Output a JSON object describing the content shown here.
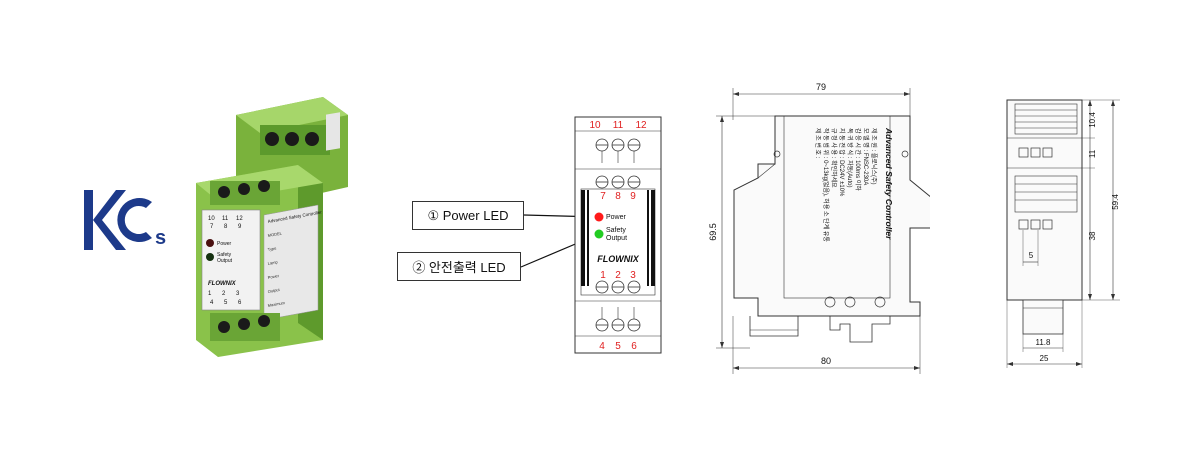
{
  "kc_logo": {
    "letters": "KC",
    "suffix": "s",
    "color": "#1d3a8a"
  },
  "device_photo": {
    "title": "Advanced Safety Controller",
    "top_terminals": [
      "10",
      "11",
      "12",
      "7",
      "8",
      "9"
    ],
    "bottom_terminals": [
      "1",
      "2",
      "3",
      "4",
      "5",
      "6"
    ],
    "led_power_label": "Power",
    "led_safety_label": "Safety\nOutput",
    "brand": "FLOWNIX",
    "label_rows": [
      "MODEL",
      "Type",
      "Lamp",
      "Power",
      "Output",
      "Maximum"
    ],
    "body_color": "#8ac24a",
    "dark_color": "#4f8a24"
  },
  "front_panel": {
    "top_terminals": [
      "10",
      "11",
      "12"
    ],
    "upper_terminals": [
      "7",
      "8",
      "9"
    ],
    "lower_terminals": [
      "1",
      "2",
      "3"
    ],
    "bottom_terminals": [
      "4",
      "5",
      "6"
    ],
    "power_label": "Power",
    "safety_label_1": "Safety",
    "safety_label_2": "Output",
    "brand": "FLOWNIX",
    "number_color": "#e02020",
    "power_led_color": "#ff1a1a",
    "safety_led_color": "#22cc22"
  },
  "callouts": [
    {
      "text": "① Power LED"
    },
    {
      "text": "② 안전출력 LED"
    }
  ],
  "side_view": {
    "dim_top": "79",
    "dim_bottom": "80",
    "dim_left": "69.5",
    "label_title": "Advanced Safety Controller",
    "label_lines": [
      "제 조 원 : 플로닉스(주)",
      "모 델 명 : FNSC-230A",
      "감 응 시 간 : 100ms 이하",
      "복 귀 방 식 : 자동(Auto)",
      "지 동 전 압 : DC24V ±10%",
      "규 정 사 용 : 확인하세요",
      "작 동 범 위 : 0~13kg(없음), 허용 소 단계 유통",
      "제 조 번 호 :"
    ]
  },
  "end_view": {
    "dim_right": [
      "10.4",
      "11",
      "38"
    ],
    "dim_outer": "59.4",
    "dim_inner": "5",
    "dim_bottom_inner": "11.8",
    "dim_bottom_outer": "25"
  }
}
